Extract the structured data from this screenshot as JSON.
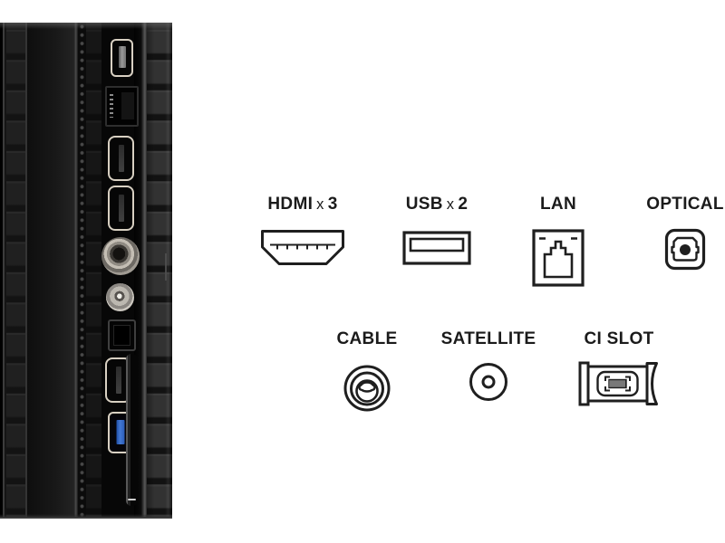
{
  "colors": {
    "background": "#ffffff",
    "label_text": "#1b1b1b",
    "icon_stroke": "#1f1f1f",
    "photo_base": "#121212",
    "port_bezel": "#d8d0c2",
    "usb3_blue": "#3f74d1"
  },
  "diagram": {
    "labels": {
      "hdmi": {
        "name": "HDMI",
        "x": "x",
        "count": "3"
      },
      "usb": {
        "name": "USB",
        "x": "x",
        "count": "2"
      },
      "lan": {
        "name": "LAN"
      },
      "optical": {
        "name": "OPTICAL"
      },
      "cable": {
        "name": "CABLE"
      },
      "satellite": {
        "name": "SATELLITE"
      },
      "ci_slot": {
        "name": "CI SLOT"
      }
    },
    "icons": [
      "hdmi-port-icon",
      "usb-port-icon",
      "lan-port-icon",
      "optical-port-icon",
      "cable-coax-icon",
      "satellite-coax-icon",
      "ci-module-icon"
    ]
  },
  "photo": {
    "ports": [
      "usb-port",
      "lan-port",
      "hdmi-port",
      "hdmi-port",
      "cable-coax-connector",
      "satellite-coax-connector",
      "optical-port",
      "hdmi-port",
      "usb3-port",
      "ci-slot"
    ]
  }
}
